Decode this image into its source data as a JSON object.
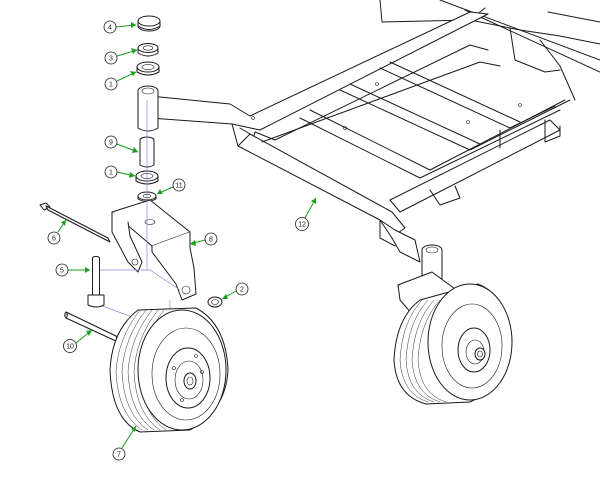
{
  "colors": {
    "line": "#1a1a1a",
    "leader": "#1aa01a",
    "axis": "#8a8ae0",
    "background": "#ffffff"
  },
  "callouts": [
    {
      "id": "c4",
      "label": "4"
    },
    {
      "id": "c3",
      "label": "3"
    },
    {
      "id": "c1a",
      "label": "1"
    },
    {
      "id": "c9",
      "label": "9"
    },
    {
      "id": "c1b",
      "label": "1"
    },
    {
      "id": "c11",
      "label": "11"
    },
    {
      "id": "c12",
      "label": "12"
    },
    {
      "id": "c6",
      "label": "6"
    },
    {
      "id": "c8",
      "label": "8"
    },
    {
      "id": "c5",
      "label": "5"
    },
    {
      "id": "c2",
      "label": "2"
    },
    {
      "id": "c10",
      "label": "10"
    },
    {
      "id": "c7",
      "label": "7"
    }
  ]
}
